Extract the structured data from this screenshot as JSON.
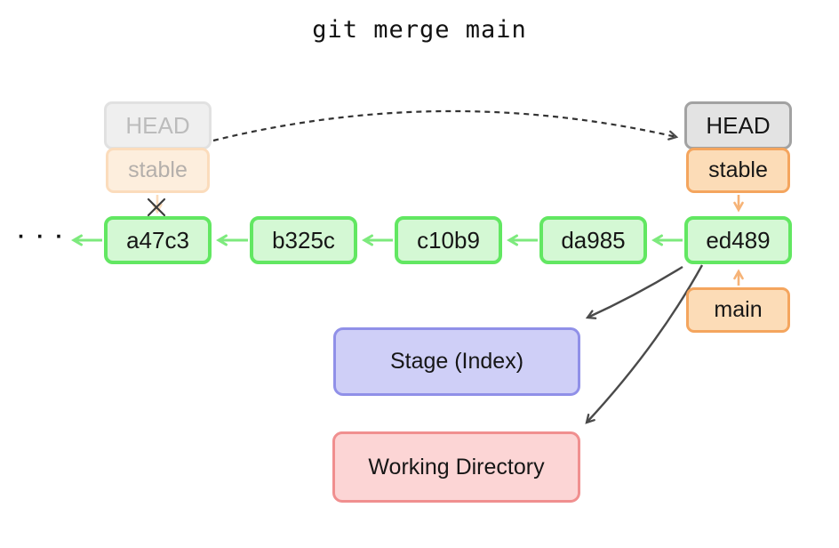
{
  "title": "git merge main",
  "old_pointers": {
    "head_label": "HEAD",
    "branch_label": "stable"
  },
  "pointers": {
    "head_label": "HEAD",
    "stable_label": "stable",
    "main_label": "main"
  },
  "commits": [
    "a47c3",
    "b325c",
    "c10b9",
    "da985",
    "ed489"
  ],
  "history_ellipsis": "· · ·",
  "areas": {
    "stage_label": "Stage (Index)",
    "working_label": "Working Directory"
  },
  "colors": {
    "commit_border": "#62e762",
    "commit_fill": "#d4f8d4",
    "commit_arrow": "#7dea7d",
    "branch_border": "#f4a55e",
    "branch_fill": "#fcdcb7",
    "branch_arrow": "#f6b377",
    "head_border": "#a2a2a2",
    "head_fill": "#e3e3e3",
    "old_pointer_fill": "#fdeedd",
    "stage_border": "#9090e8",
    "stage_fill": "#cfcff7",
    "working_border": "#f08f8f",
    "working_fill": "#fcd5d5",
    "flow_arrow": "#4a4a4a",
    "head_move_arrow": "#333333",
    "text": "#161616",
    "background": "#ffffff"
  }
}
